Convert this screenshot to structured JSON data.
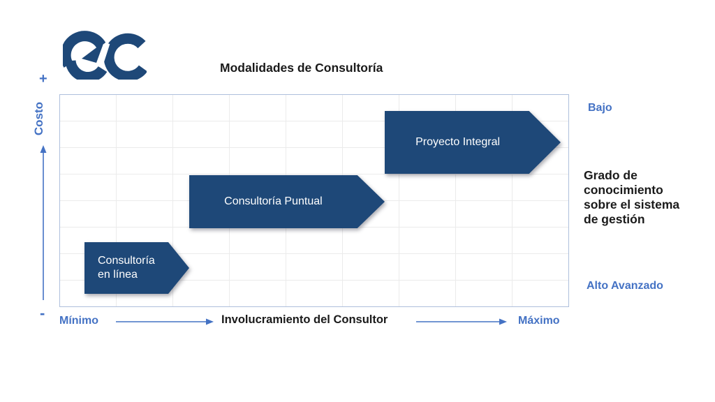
{
  "slide": {
    "background": "#ffffff",
    "title": "Modalidades de Consultoría"
  },
  "logo": {
    "glyphs": "GC",
    "color": "#1E4878"
  },
  "cost_axis": {
    "plus": "+",
    "label": "Costo",
    "minus": "-"
  },
  "involvement_axis": {
    "min": "Mínimo",
    "label": "Involucramiento del Consultor",
    "max": "Máximo"
  },
  "knowledge_axis": {
    "low": "Bajo",
    "label": "Grado de conocimiento sobre el sistema de gestión",
    "high": "Alto Avanzado"
  },
  "modalities": [
    {
      "label": "Consultoría\nen línea",
      "cost": "bajo",
      "involvement": "mínimo"
    },
    {
      "label": "Consultoría Puntual",
      "cost": "medio",
      "involvement": "medio"
    },
    {
      "label": "Proyecto Integral",
      "cost": "alto",
      "involvement": "máximo"
    }
  ],
  "colors": {
    "shape_navy": "#1E4878",
    "accent_blue": "#4472C4",
    "plot_border": "#aebfdc",
    "grid_line": "#ebebeb",
    "text_black": "#1a1a1a",
    "shape_text": "#ffffff"
  }
}
